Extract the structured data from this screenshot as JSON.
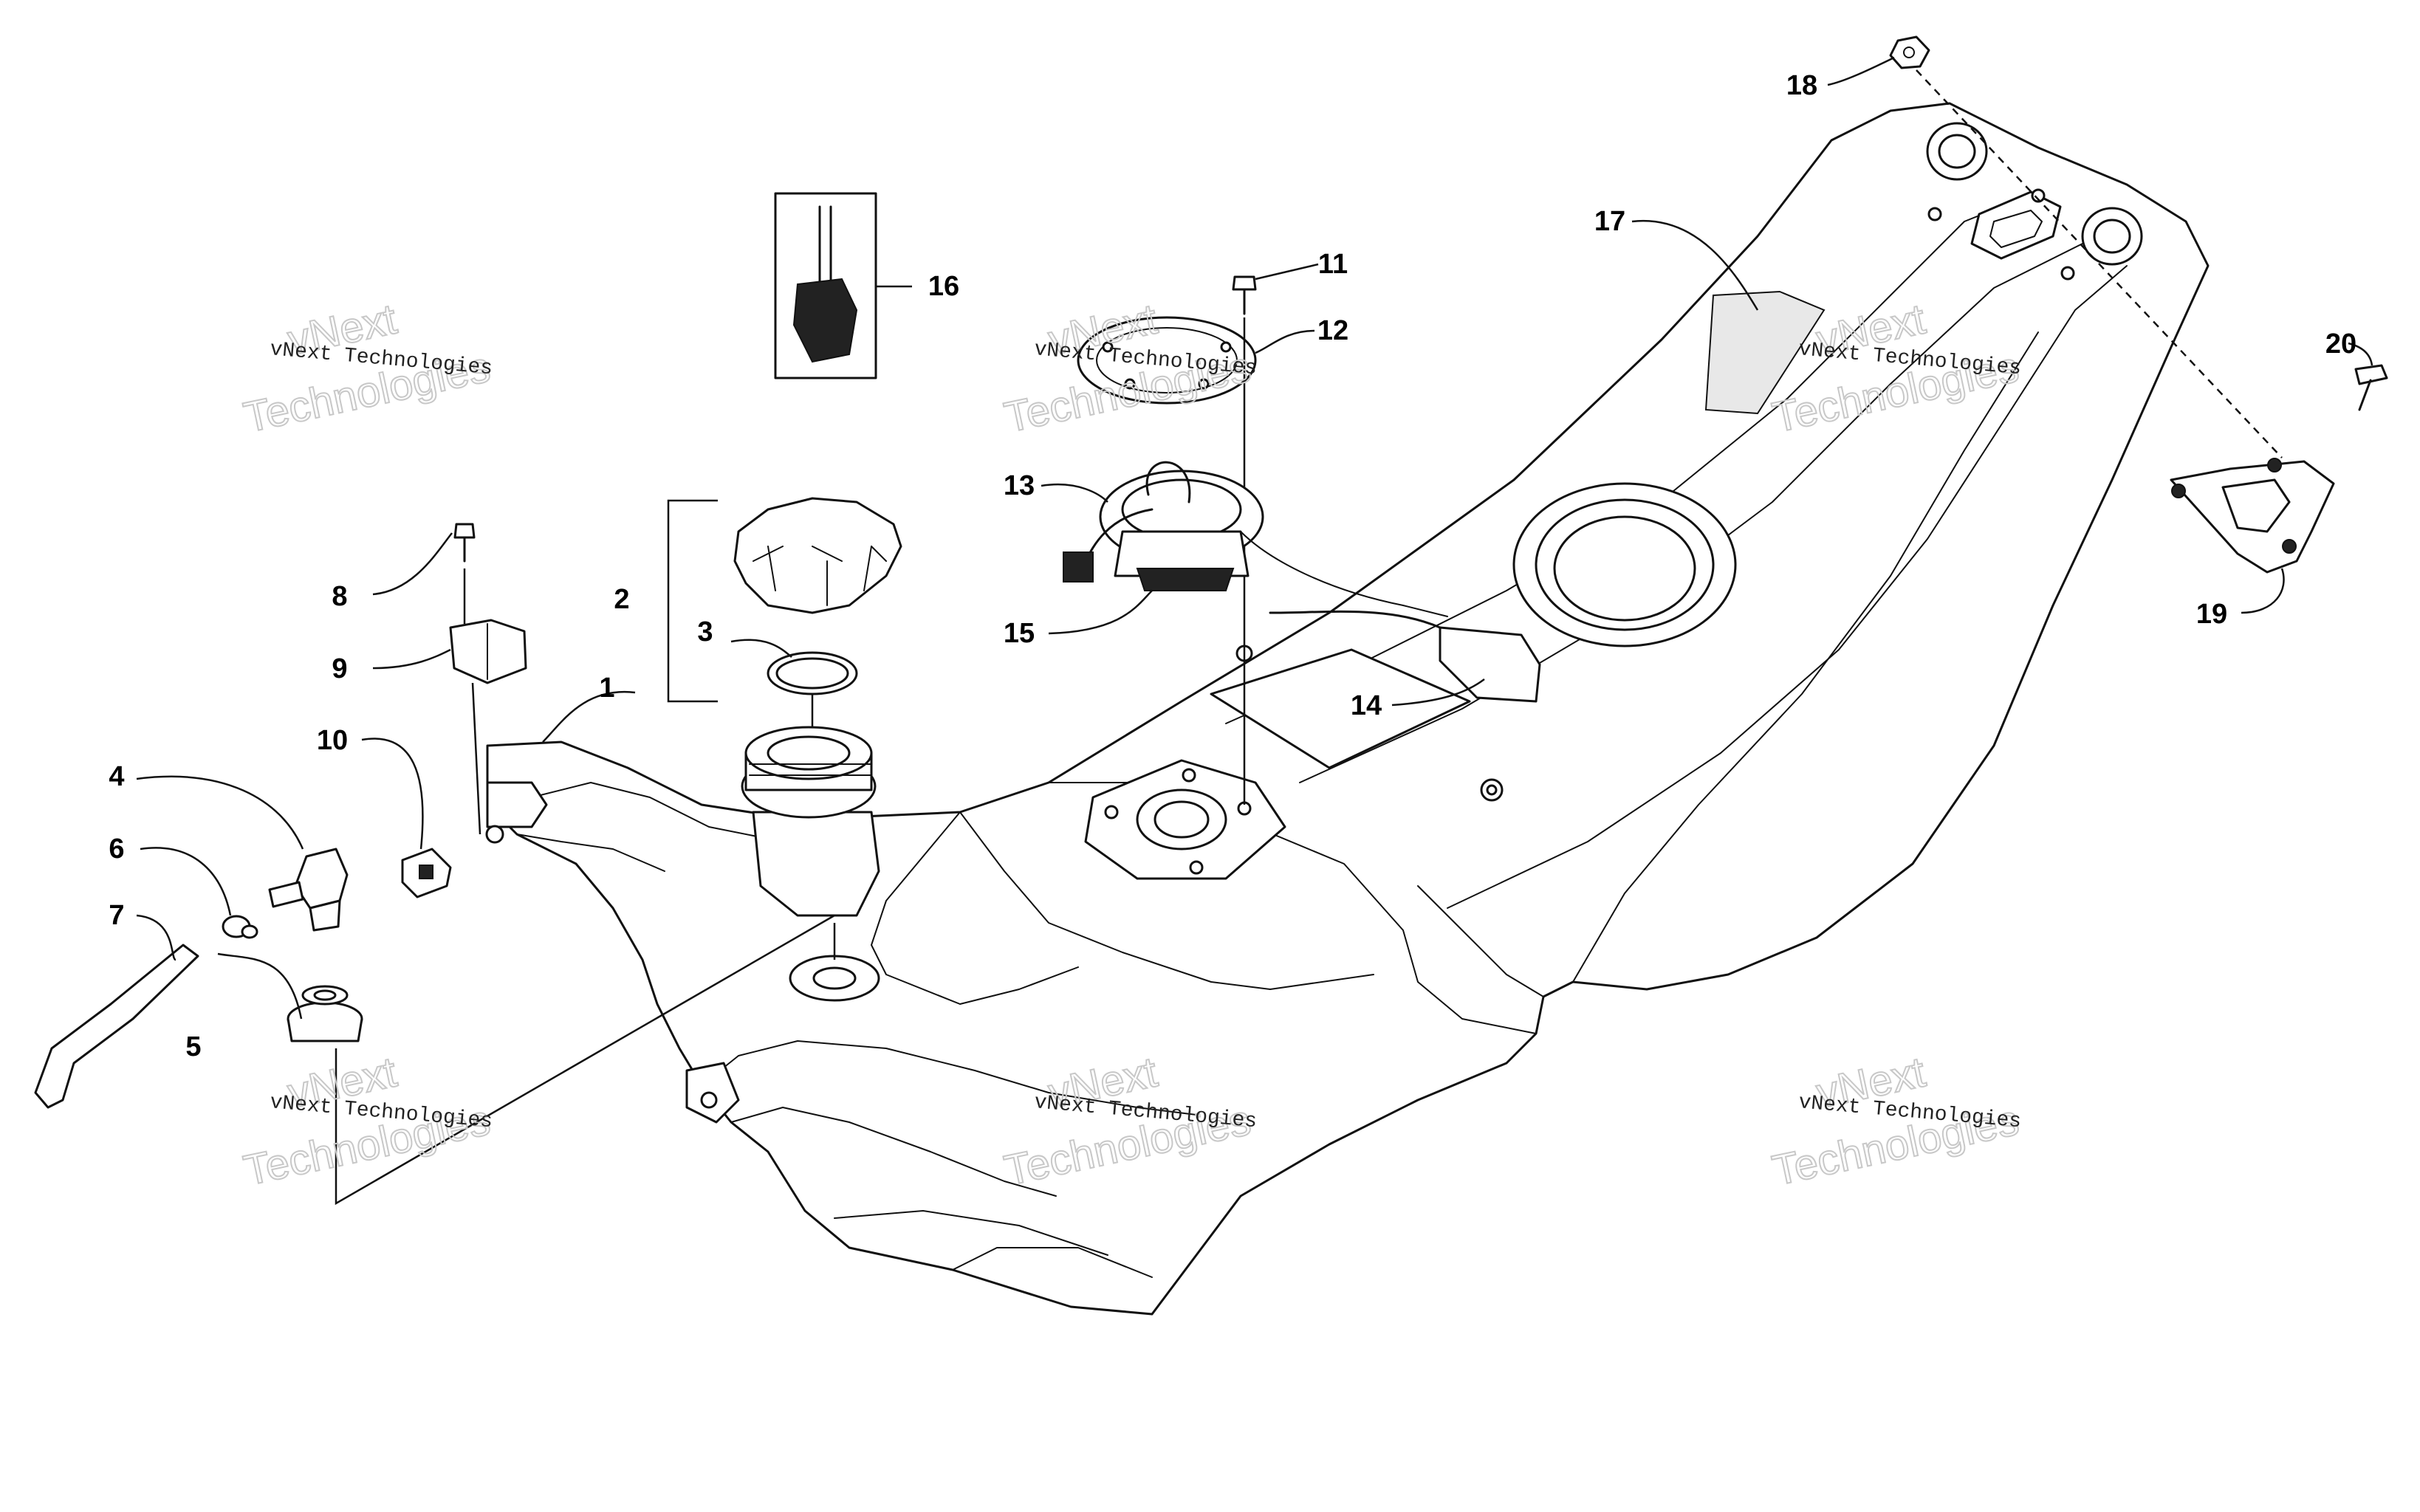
{
  "callouts": {
    "c1": "1",
    "c2": "2",
    "c3": "3",
    "c4": "4",
    "c5": "5",
    "c6": "6",
    "c7": "7",
    "c8": "8",
    "c9": "9",
    "c10": "10",
    "c11": "11",
    "c12": "12",
    "c13": "13",
    "c14": "14",
    "c15": "15",
    "c16": "16",
    "c17": "17",
    "c18": "18",
    "c19": "19",
    "c20": "20"
  },
  "watermark": {
    "company": "vNext Technologies",
    "line1": "vNext",
    "line2": "Technologies"
  }
}
